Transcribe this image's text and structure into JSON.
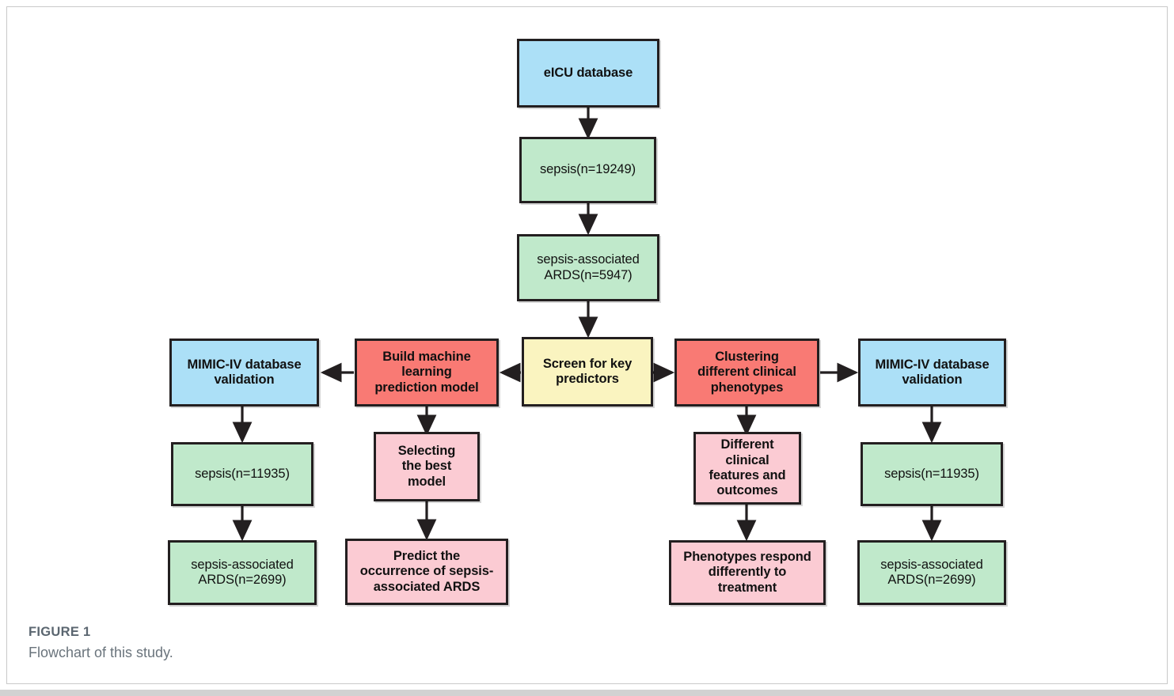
{
  "figure": {
    "caption_number": "FIGURE 1",
    "caption_text": "Flowchart of this study.",
    "palette": {
      "blue": "#ace0f7",
      "green": "#c0e9cb",
      "yellow": "#faf4c0",
      "red": "#f97a74",
      "pink": "#fbcbd3",
      "stroke": "#231f20",
      "frame": "#c9c9c9",
      "caption": "#6a747c"
    }
  },
  "chart_data": {
    "type": "diagram",
    "title": "Flowchart of this study.",
    "nodes": [
      {
        "id": "eicu",
        "label": "eICU database",
        "color": "blue",
        "bold": true
      },
      {
        "id": "sepsis_eicu",
        "label": "sepsis(n=19249)",
        "color": "green",
        "bold": false
      },
      {
        "id": "ards_eicu",
        "label": "sepsis-associated\nARDS(n=5947)",
        "color": "green",
        "bold": false
      },
      {
        "id": "screen",
        "label": "Screen for key\npredictors",
        "color": "yellow",
        "bold": true
      },
      {
        "id": "build_model",
        "label": "Build machine\nlearning\nprediction model",
        "color": "red",
        "bold": true
      },
      {
        "id": "cluster",
        "label": "Clustering\ndifferent clinical\nphenotypes",
        "color": "red",
        "bold": true
      },
      {
        "id": "mimic_left",
        "label": "MIMIC-IV database\nvalidation",
        "color": "blue",
        "bold": true
      },
      {
        "id": "mimic_right",
        "label": "MIMIC-IV database\nvalidation",
        "color": "blue",
        "bold": true
      },
      {
        "id": "sepsis_left",
        "label": "sepsis(n=11935)",
        "color": "green",
        "bold": false
      },
      {
        "id": "ards_left",
        "label": "sepsis-associated\nARDS(n=2699)",
        "color": "green",
        "bold": false
      },
      {
        "id": "sepsis_right",
        "label": "sepsis(n=11935)",
        "color": "green",
        "bold": false
      },
      {
        "id": "ards_right",
        "label": "sepsis-associated\nARDS(n=2699)",
        "color": "green",
        "bold": false
      },
      {
        "id": "best_model",
        "label": "Selecting\nthe best\nmodel",
        "color": "pink",
        "bold": true
      },
      {
        "id": "predict",
        "label": "Predict the\noccurrence of sepsis-\nassociated ARDS",
        "color": "pink",
        "bold": true
      },
      {
        "id": "features",
        "label": "Different\nclinical\nfeatures and\noutcomes",
        "color": "pink",
        "bold": true
      },
      {
        "id": "respond",
        "label": "Phenotypes respond\ndifferently to\ntreatment",
        "color": "pink",
        "bold": true
      }
    ],
    "edges": [
      {
        "from": "eicu",
        "to": "sepsis_eicu",
        "direction": "down"
      },
      {
        "from": "sepsis_eicu",
        "to": "ards_eicu",
        "direction": "down"
      },
      {
        "from": "ards_eicu",
        "to": "screen",
        "direction": "down"
      },
      {
        "from": "screen",
        "to": "build_model",
        "direction": "left"
      },
      {
        "from": "screen",
        "to": "cluster",
        "direction": "right"
      },
      {
        "from": "build_model",
        "to": "mimic_left",
        "direction": "left"
      },
      {
        "from": "cluster",
        "to": "mimic_right",
        "direction": "right"
      },
      {
        "from": "mimic_left",
        "to": "sepsis_left",
        "direction": "down"
      },
      {
        "from": "sepsis_left",
        "to": "ards_left",
        "direction": "down"
      },
      {
        "from": "mimic_right",
        "to": "sepsis_right",
        "direction": "down"
      },
      {
        "from": "sepsis_right",
        "to": "ards_right",
        "direction": "down"
      },
      {
        "from": "build_model",
        "to": "best_model",
        "direction": "down"
      },
      {
        "from": "best_model",
        "to": "predict",
        "direction": "down"
      },
      {
        "from": "cluster",
        "to": "features",
        "direction": "down"
      },
      {
        "from": "features",
        "to": "respond",
        "direction": "down"
      }
    ]
  }
}
